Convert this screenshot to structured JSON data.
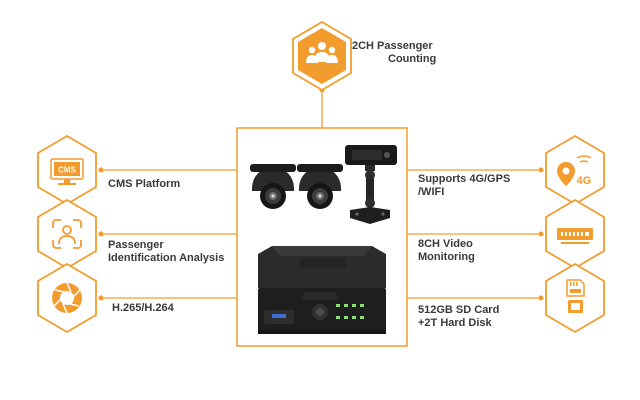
{
  "colors": {
    "accent": "#f39c2e",
    "text": "#3a3a3a",
    "device": "#1f1f1f"
  },
  "top_feature": {
    "lines": [
      "2CH Passenger",
      "Counting"
    ],
    "icon": "people-icon"
  },
  "left_features": [
    {
      "lines": [
        "CMS Platform"
      ],
      "icon": "cms-monitor-icon",
      "icon_text": "CMS"
    },
    {
      "lines": [
        "Passenger",
        "Identification Analysis"
      ],
      "icon": "face-scan-icon"
    },
    {
      "lines": [
        "H.265/H.264"
      ],
      "icon": "aperture-icon"
    }
  ],
  "right_features": [
    {
      "lines": [
        "Supports 4G/GPS",
        "/WIFI"
      ],
      "icon": "location-4g-icon",
      "icon_text": "4G"
    },
    {
      "lines": [
        "8CH Video",
        "Monitoring"
      ],
      "icon": "dvr-icon"
    },
    {
      "lines": [
        "512GB SD Card",
        "+2T Hard Disk"
      ],
      "icon": "sd-card-icon"
    }
  ],
  "center": {
    "icons": [
      "dome-camera-icon",
      "dome-camera-icon",
      "passenger-counter-camera-icon",
      "mobile-dvr-icon"
    ]
  }
}
